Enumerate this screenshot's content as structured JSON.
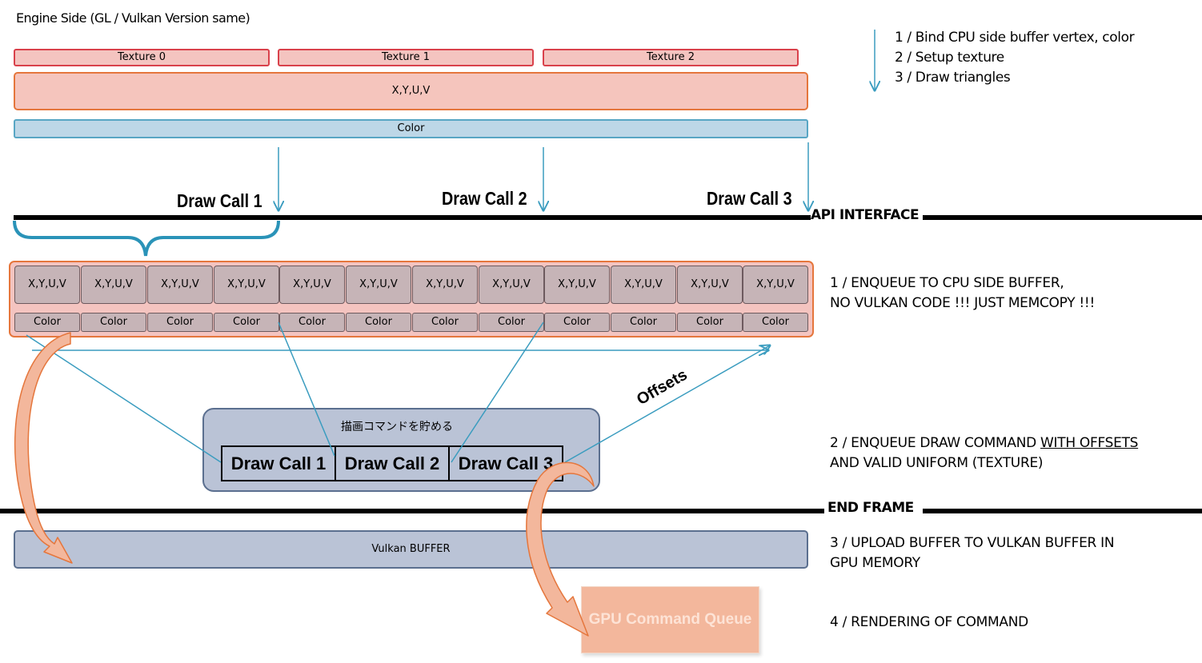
{
  "header": {
    "title": "Engine Side (GL / Vulkan Version same)"
  },
  "engine": {
    "textures": [
      "Texture 0",
      "Texture 1",
      "Texture 2"
    ],
    "vertex_label": "X,Y,U,V",
    "color_label": "Color"
  },
  "draw_calls": [
    "Draw Call 1",
    "Draw Call 2",
    "Draw Call 3"
  ],
  "api_interface_label": "API INTERFACE",
  "cpu_buffer": {
    "cells": [
      {
        "xyuv": "X,Y,U,V",
        "color": "Color"
      },
      {
        "xyuv": "X,Y,U,V",
        "color": "Color"
      },
      {
        "xyuv": "X,Y,U,V",
        "color": "Color"
      },
      {
        "xyuv": "X,Y,U,V",
        "color": "Color"
      },
      {
        "xyuv": "X,Y,U,V",
        "color": "Color"
      },
      {
        "xyuv": "X,Y,U,V",
        "color": "Color"
      },
      {
        "xyuv": "X,Y,U,V",
        "color": "Color"
      },
      {
        "xyuv": "X,Y,U,V",
        "color": "Color"
      },
      {
        "xyuv": "X,Y,U,V",
        "color": "Color"
      },
      {
        "xyuv": "X,Y,U,V",
        "color": "Color"
      },
      {
        "xyuv": "X,Y,U,V",
        "color": "Color"
      },
      {
        "xyuv": "X,Y,U,V",
        "color": "Color"
      }
    ]
  },
  "offsets_label": "Offsets",
  "command_box": {
    "title": "描画コマンドを貯める",
    "calls": [
      "Draw Call 1",
      "Draw Call 2",
      "Draw Call 3"
    ]
  },
  "end_frame_label": "END FRAME",
  "vulkan_buffer_label": "Vulkan BUFFER",
  "gpu_queue_label": "GPU Command Queue",
  "steps_top": [
    "1 / Bind CPU side buffer vertex, color",
    "2 / Setup texture",
    "3 / Draw triangles"
  ],
  "notes": {
    "step1_line1": "1 / ENQUEUE TO CPU SIDE BUFFER,",
    "step1_line2": "NO VULKAN CODE !!! JUST MEMCOPY !!!",
    "step2_line1_prefix": "2 / ENQUEUE DRAW COMMAND ",
    "step2_line1_underlined": "WITH OFFSETS",
    "step2_line2": "AND VALID UNIFORM (TEXTURE)",
    "step3_line1": "3 / UPLOAD BUFFER TO VULKAN BUFFER IN",
    "step3_line2": "GPU MEMORY",
    "step4_line1": "4 / RENDERING OF COMMAND"
  },
  "colors": {
    "texture_fill": "#f4c4c0",
    "texture_border": "#d9414b",
    "vertex_fill": "#f5c5bd",
    "accent_orange": "#e5763c",
    "color_bar_fill": "#bdd7e7",
    "arrow_teal": "#3a9cbf",
    "buffer_cell": "#c6b4b7",
    "command_fill": "#bac3d6",
    "gpu_queue_fill": "#f3b79c"
  }
}
